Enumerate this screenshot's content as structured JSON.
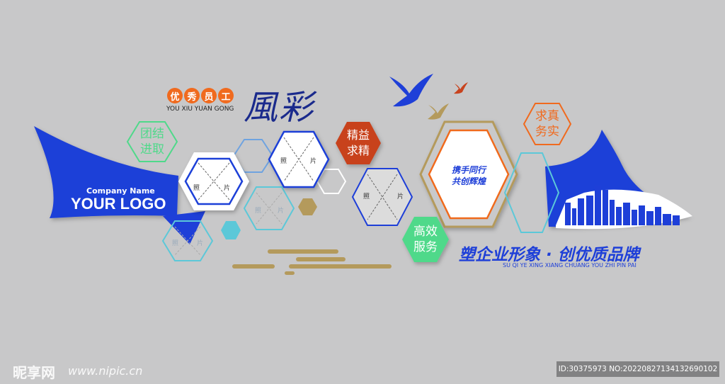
{
  "colors": {
    "background": "#c8c8c9",
    "blue": "#1e3fd8",
    "orange": "#f06a1e",
    "green": "#4fd98a",
    "cyan": "#5cc8d8",
    "gold": "#b49a5c",
    "red": "#c8431e",
    "dark_navy": "#1a2a8c"
  },
  "header": {
    "chips": [
      "优",
      "秀",
      "员",
      "工"
    ],
    "pinyin": "YOU XIU YUAN GONG",
    "calligraphy": "風彩"
  },
  "logo": {
    "company_name": "Company Name",
    "logo_text": "YOUR LOGO"
  },
  "hexagons": {
    "unity": "团结\n进取",
    "excellence": "精益\n求精",
    "truth": "求真\n务实",
    "efficient": "高效\n服务",
    "hand_in_hand": "携手同行\n共创辉煌"
  },
  "photo_label": {
    "left": "照",
    "right": "片"
  },
  "slogan": {
    "main": "塑企业形象 · 创优质品牌",
    "pinyin": "SU QI YE XING XIANG CHUANG YOU ZHI PIN PAI"
  },
  "watermark": {
    "site_cn": "昵享网",
    "site_url": "www.nipic.cn",
    "id": "ID:30375973 NO:20220827134132690102"
  }
}
